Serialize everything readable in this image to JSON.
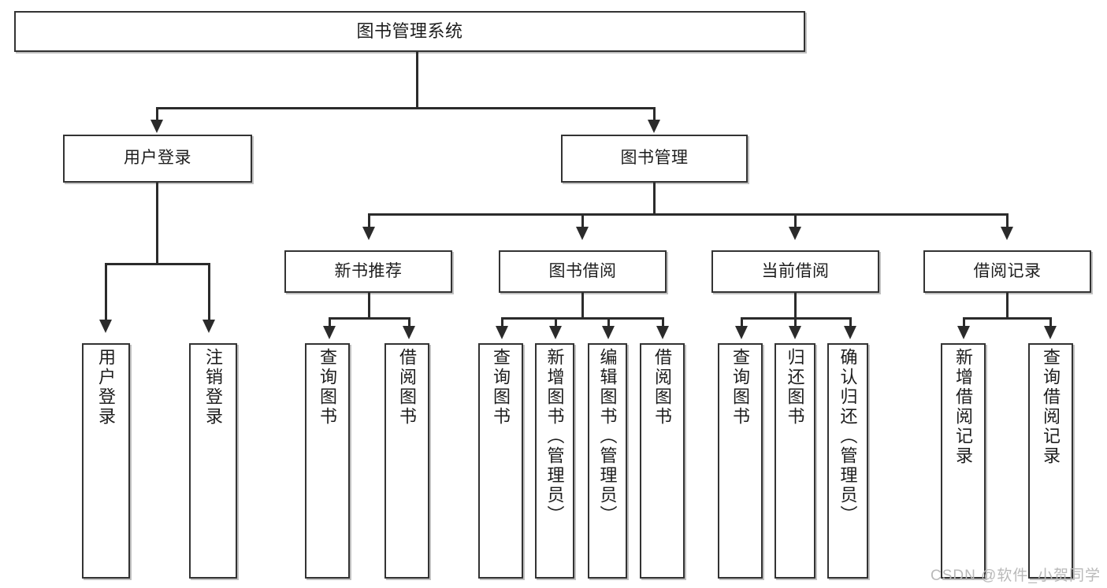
{
  "diagram": {
    "type": "tree",
    "title": "图书管理系统",
    "background_color": "#ffffff",
    "box_border_color": "#333333",
    "line_color": "#2b2b2b",
    "text_color": "#1d1d1d",
    "root": {
      "label": "图书管理系统"
    },
    "level2": [
      {
        "label": "用户登录"
      },
      {
        "label": "图书管理"
      }
    ],
    "level3": [
      {
        "label": "新书推荐"
      },
      {
        "label": "图书借阅"
      },
      {
        "label": "当前借阅"
      },
      {
        "label": "借阅记录"
      }
    ],
    "leaves": {
      "user_login": [
        {
          "label": "用户登录"
        },
        {
          "label": "注销登录"
        }
      ],
      "new_book_recommend": [
        {
          "label": "查询图书"
        },
        {
          "label": "借阅图书"
        }
      ],
      "book_borrow": [
        {
          "label": "查询图书"
        },
        {
          "label": "新增图书（管理员）"
        },
        {
          "label": "编辑图书（管理员）"
        },
        {
          "label": "借阅图书"
        }
      ],
      "current_borrow": [
        {
          "label": "查询图书"
        },
        {
          "label": "归还图书"
        },
        {
          "label": "确认归还（管理员）"
        }
      ],
      "borrow_record": [
        {
          "label": "新增借阅记录"
        },
        {
          "label": "查询借阅记录"
        }
      ]
    }
  },
  "watermark": {
    "text": "CSDN @软件_小贺同学"
  }
}
